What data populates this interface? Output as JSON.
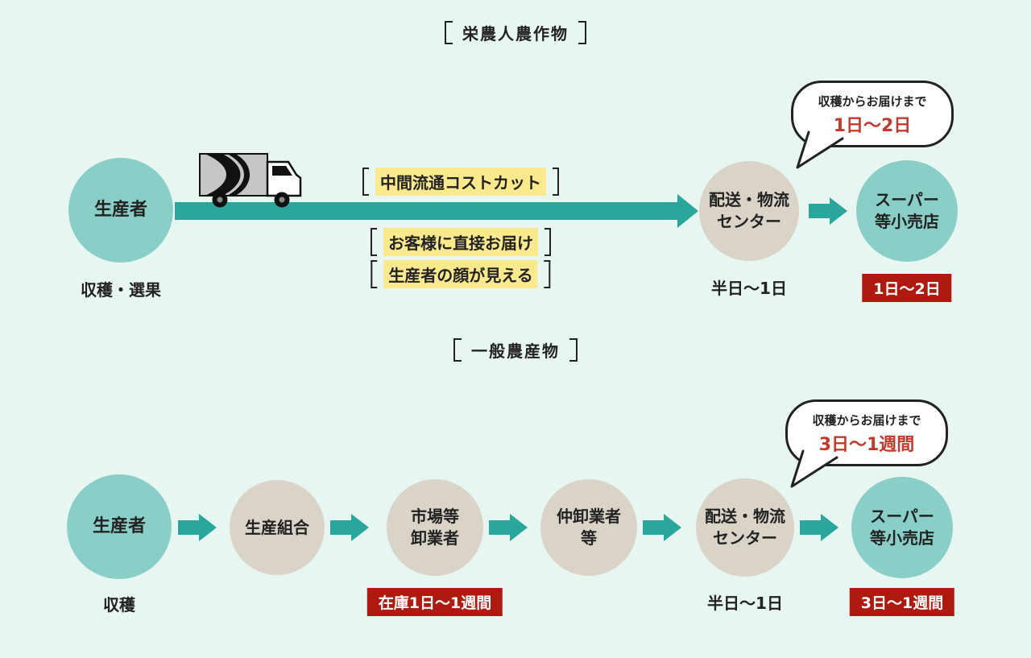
{
  "colors": {
    "background": "#e8f6f2",
    "teal_node": "#89cfc8",
    "gray_node": "#d9d3c8",
    "arrow": "#2ba69c",
    "badge_bg": "#ae1a0f",
    "badge_text": "#ffffff",
    "bubble_accent": "#c13a2d",
    "highlight": "#fbe98e",
    "text": "#222222"
  },
  "section1": {
    "title": "栄農人農作物",
    "bubble": {
      "caption": "収穫からお届けまで",
      "duration": "1日〜2日"
    },
    "producer": {
      "label": "生産者",
      "note": "収穫・選果"
    },
    "benefits": [
      {
        "text": "中間流通コストカット"
      },
      {
        "text": "お客様に直接お届け"
      },
      {
        "text": "生産者の顔が見える"
      }
    ],
    "logistics": {
      "label": "配送・物流\nセンター",
      "note": "半日〜1日"
    },
    "retail": {
      "label": "スーパー\n等小売店",
      "badge": "1日〜2日"
    }
  },
  "section2": {
    "title": "一般農産物",
    "bubble": {
      "caption": "収穫からお届けまで",
      "duration": "3日〜1週間"
    },
    "nodes": [
      {
        "label": "生産者",
        "note": "収穫"
      },
      {
        "label": "生産組合"
      },
      {
        "label": "市場等\n卸業者",
        "badge": "在庫1日〜1週間"
      },
      {
        "label": "仲卸業者\n等"
      },
      {
        "label": "配送・物流\nセンター",
        "note": "半日〜1日"
      },
      {
        "label": "スーパー\n等小売店",
        "badge": "3日〜1週間"
      }
    ]
  }
}
